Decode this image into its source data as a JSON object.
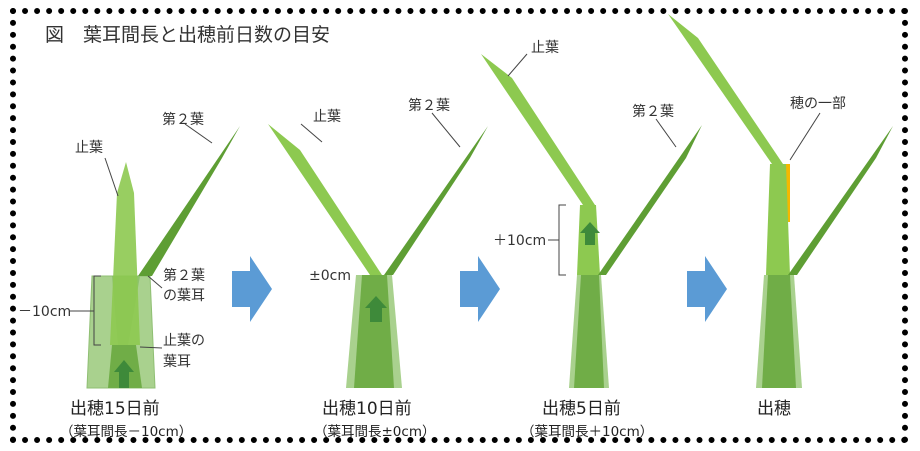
{
  "title": "図　葉耳間長と出穂前日数の目安",
  "colors": {
    "leaf_light": "#8DC950",
    "leaf_dark": "#5E9E34",
    "sheath": "#70AD47",
    "sheath_light": "#A9D18E",
    "arrow_blue": "#5B9BD5",
    "ear": "#F5B800",
    "up_arrow": "#3E8A3A"
  },
  "stages": [
    {
      "label": "出穂15日前",
      "sub": "（葉耳間長－10cm）",
      "measure": "－10cm",
      "flag_leaf": "止葉",
      "second_leaf": "第２葉",
      "second_auricle_1": "第２葉",
      "second_auricle_2": "の葉耳",
      "flag_auricle_1": "止葉の",
      "flag_auricle_2": "葉耳"
    },
    {
      "label": "出穂10日前",
      "sub": "（葉耳間長±0cm）",
      "measure": "±0cm",
      "flag_leaf": "止葉",
      "second_leaf": "第２葉"
    },
    {
      "label": "出穂5日前",
      "sub": "（葉耳間長＋10cm）",
      "measure": "＋10cm",
      "flag_leaf": "止葉",
      "second_leaf": "第２葉"
    },
    {
      "label": "出穂",
      "ear_label": "穂の一部"
    }
  ]
}
